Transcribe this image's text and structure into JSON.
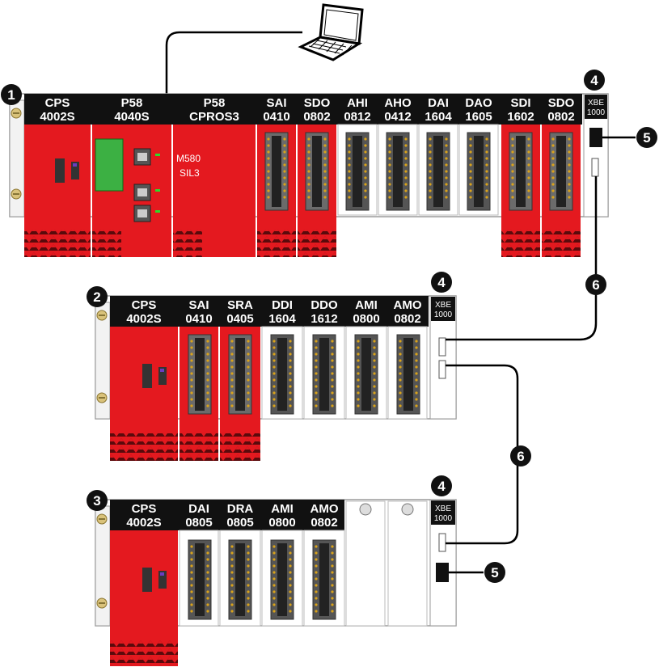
{
  "laptop": {
    "icon": "laptop-icon"
  },
  "callouts": [
    "1",
    "2",
    "3",
    "4",
    "5",
    "6"
  ],
  "racks": [
    {
      "callout": "1",
      "modules": [
        {
          "line1": "CPS",
          "line2": "4002S"
        },
        {
          "line1": "P58",
          "line2": "4040S"
        },
        {
          "line1": "P58",
          "line2": "CPROS3"
        },
        {
          "line1": "SAI",
          "line2": "0410"
        },
        {
          "line1": "SDO",
          "line2": "0802"
        },
        {
          "line1": "AHI",
          "line2": "0812"
        },
        {
          "line1": "AHO",
          "line2": "0412"
        },
        {
          "line1": "DAI",
          "line2": "1604"
        },
        {
          "line1": "DAO",
          "line2": "1605"
        },
        {
          "line1": "SDI",
          "line2": "1602"
        },
        {
          "line1": "SDO",
          "line2": "0802"
        }
      ],
      "cpu_text": [
        "M580",
        "SIL3"
      ]
    },
    {
      "callout": "2",
      "modules": [
        {
          "line1": "CPS",
          "line2": "4002S"
        },
        {
          "line1": "SAI",
          "line2": "0410"
        },
        {
          "line1": "SRA",
          "line2": "0405"
        },
        {
          "line1": "DDI",
          "line2": "1604"
        },
        {
          "line1": "DDO",
          "line2": "1612"
        },
        {
          "line1": "AMI",
          "line2": "0800"
        },
        {
          "line1": "AMO",
          "line2": "0802"
        }
      ]
    },
    {
      "callout": "3",
      "modules": [
        {
          "line1": "CPS",
          "line2": "4002S"
        },
        {
          "line1": "DAI",
          "line2": "0805"
        },
        {
          "line1": "DRA",
          "line2": "0805"
        },
        {
          "line1": "AMI",
          "line2": "0800"
        },
        {
          "line1": "AMO",
          "line2": "0802"
        }
      ]
    }
  ],
  "xbe": {
    "line1": "XBE",
    "line2": "1000"
  },
  "colors": {
    "safety_red": "#e4191f",
    "dark_red": "#b3121a",
    "black": "#111111",
    "module_white": "#ffffff",
    "frame_grey": "#9a9a9a"
  }
}
